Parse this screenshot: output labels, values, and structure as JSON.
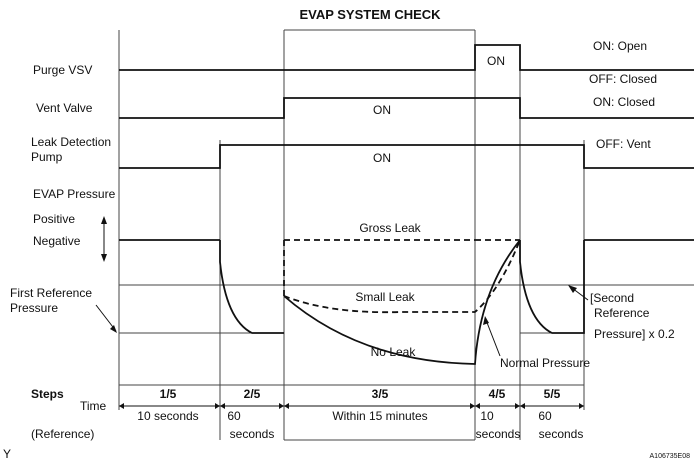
{
  "title": "EVAP SYSTEM CHECK",
  "signals": {
    "purge_vsv": "Purge VSV",
    "vent_valve": "Vent Valve",
    "leak_pump_line1": "Leak Detection",
    "leak_pump_line2": "Pump",
    "evap_pressure": "EVAP Pressure",
    "positive": "Positive",
    "negative": "Negative",
    "first_ref_line1": "First Reference",
    "first_ref_line2": "Pressure"
  },
  "states": {
    "purge_on": "ON: Open",
    "purge_off": "OFF: Closed",
    "vent_on": "ON: Closed",
    "vent_off": "OFF: Vent"
  },
  "on_labels": {
    "purge": "ON",
    "vent": "ON",
    "pump": "ON"
  },
  "curves": {
    "gross_leak": "Gross Leak",
    "small_leak": "Small Leak",
    "no_leak": "No Leak",
    "normal_pressure": "Normal Pressure",
    "second_ref_line1": "[Second",
    "second_ref_line2": "Reference",
    "second_ref_line3": "Pressure] x 0.2"
  },
  "rows": {
    "steps": "Steps",
    "time": "Time",
    "reference": "(Reference)"
  },
  "steps": [
    "1/5",
    "2/5",
    "3/5",
    "4/5",
    "5/5"
  ],
  "times": {
    "s1": "10 seconds",
    "s2_line1": "60",
    "s2_line2": "seconds",
    "s3": "Within 15 minutes",
    "s4_line1": "10",
    "s4_line2": "seconds",
    "s5_line1": "60",
    "s5_line2": "seconds"
  },
  "corner_mark": "Y",
  "figure_code": "A106735E08"
}
